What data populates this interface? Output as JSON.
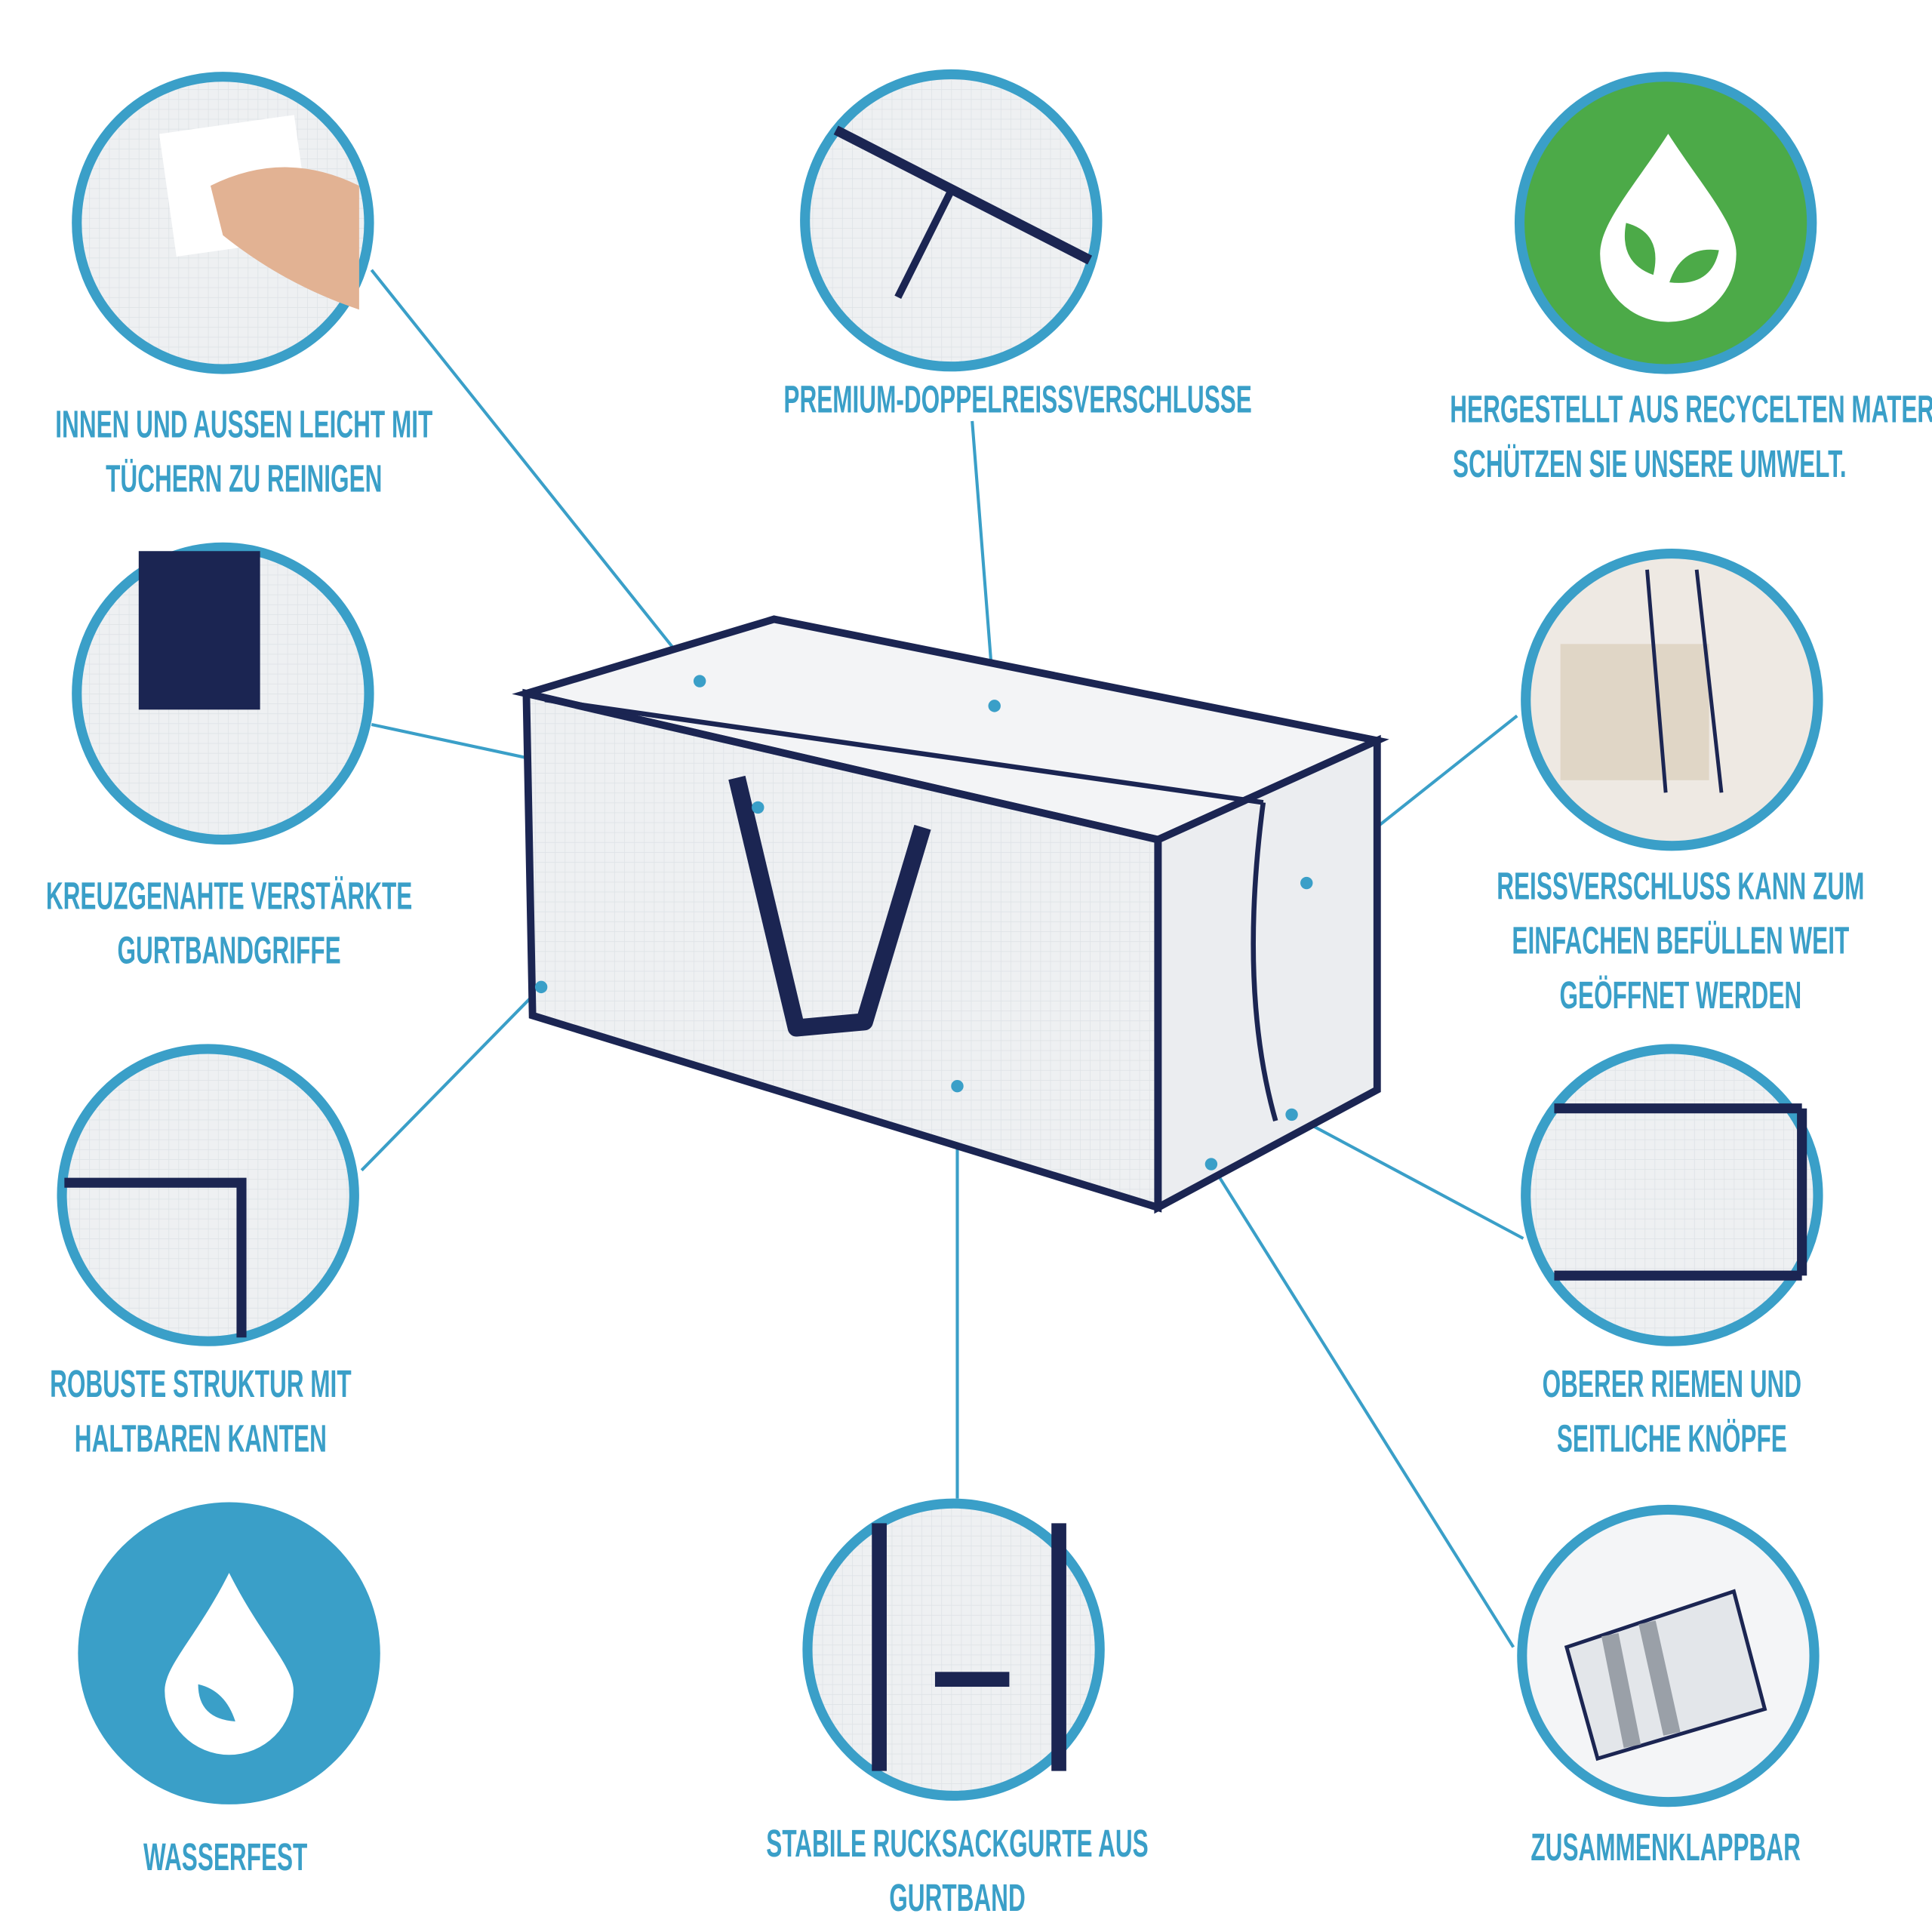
{
  "colors": {
    "accent": "#3a9fc8",
    "green": "#4caa48",
    "navy": "#1b2552"
  },
  "features": [
    {
      "id": "clean",
      "lines": [
        "INNEN UND AUSSEN LEICHT MIT",
        "TÜCHERN ZU REINIGEN"
      ]
    },
    {
      "id": "zipper",
      "lines": [
        "PREMIUM-DOPPELREISSVERSCHLUSSE"
      ]
    },
    {
      "id": "recycled",
      "lines": [
        "HERGESTELLT AUS RECYCELTEN MATERIALIEN.",
        "SCHÜTZEN SIE UNSERE UMWELT."
      ]
    },
    {
      "id": "handles",
      "lines": [
        "KREUZGENAHTE VERSTÄRKTE",
        "GURTBANDGRIFFE"
      ]
    },
    {
      "id": "wide-open",
      "lines": [
        "REISSVERSCHLUSS KANN ZUM",
        "EINFACHEN BEFÜLLEN WEIT",
        "GEÖFFNET WERDEN"
      ]
    },
    {
      "id": "robust",
      "lines": [
        "ROBUSTE STRUKTUR MIT",
        "HALTBAREN KANTEN"
      ]
    },
    {
      "id": "straps",
      "lines": [
        "OBERER RIEMEN UND",
        "SEITLICHE KNÖPFE"
      ]
    },
    {
      "id": "waterproof",
      "lines": [
        "WASSERFEST"
      ]
    },
    {
      "id": "backpack",
      "lines": [
        "STABILE RUCKSACKGURTE AUS",
        "GURTBAND"
      ]
    },
    {
      "id": "foldable",
      "lines": [
        "ZUSAMMENKLAPPBAR"
      ]
    }
  ]
}
